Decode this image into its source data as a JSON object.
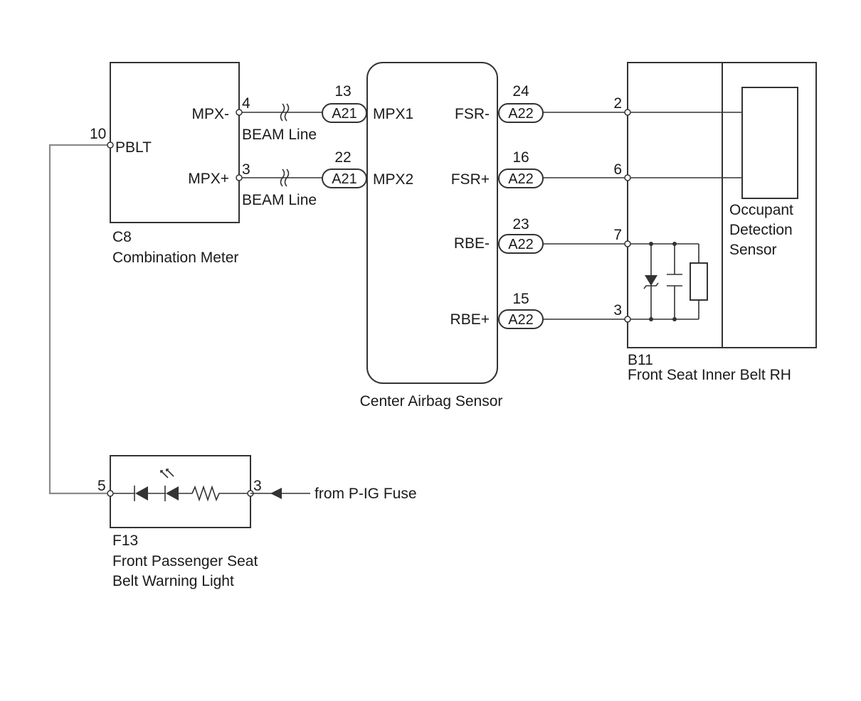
{
  "combination_meter": {
    "code": "C8",
    "name": "Combination Meter",
    "pins": {
      "mpx_minus": {
        "num": "4",
        "label": "MPX-"
      },
      "mpx_plus": {
        "num": "3",
        "label": "MPX+"
      },
      "pblt": {
        "num": "10",
        "label": "PBLT"
      }
    }
  },
  "beam_label": "BEAM Line",
  "center_airbag_sensor": {
    "name": "Center Airbag Sensor",
    "left_pins": [
      {
        "conn": "A21",
        "num": "13",
        "label": "MPX1"
      },
      {
        "conn": "A21",
        "num": "22",
        "label": "MPX2"
      }
    ],
    "right_pins": [
      {
        "conn": "A22",
        "num": "24",
        "label": "FSR-"
      },
      {
        "conn": "A22",
        "num": "16",
        "label": "FSR+"
      },
      {
        "conn": "A22",
        "num": "23",
        "label": "RBE-"
      },
      {
        "conn": "A22",
        "num": "15",
        "label": "RBE+"
      }
    ]
  },
  "front_seat_inner_belt": {
    "code": "B11",
    "name": "Front Seat Inner Belt RH",
    "pins": [
      "2",
      "6",
      "7",
      "3"
    ],
    "sensor_lines": [
      "Occupant",
      "Detection",
      "Sensor"
    ]
  },
  "warning_light": {
    "code": "F13",
    "name_lines": [
      "Front Passenger Seat",
      "Belt Warning Light"
    ],
    "pin_left": "5",
    "pin_right": "3",
    "source": "from P-IG Fuse"
  }
}
